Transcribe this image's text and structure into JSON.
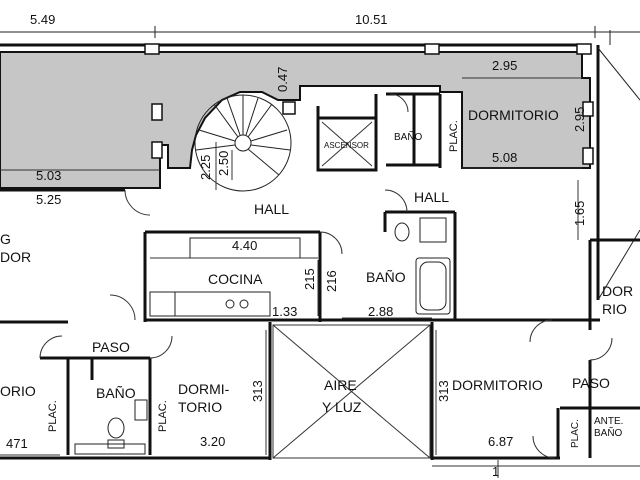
{
  "dimensions": {
    "top_left_width": "5.49",
    "top_center_width": "10.51",
    "upper_left_width": "5.03",
    "lower_left_width": "5.25",
    "bedroom_top_width": "2.95",
    "bedroom_top_height": "2.95",
    "bedroom_bottom_width": "5.08",
    "balcony_small": "0.47",
    "stair_height": "2.25",
    "stair_height_small": "2.50",
    "right_height": "1.65",
    "kitchen_width": "4.40",
    "kitchen_height": "215",
    "kitchen_bottom": "1.33",
    "bath_side": "216",
    "bath_width": "2.88",
    "bedroom_left_height": "313",
    "bedroom_left_width": "3.20",
    "bedroom_right_height": "313",
    "bedroom_right_width": "6.87",
    "left_bottom": "471",
    "axis_marker": "1"
  },
  "rooms": {
    "dormitorio_top": "DORMITORIO",
    "bano_top": "BAÑO",
    "plac_top": "PLAC.",
    "ascensor": "ASCENSOR",
    "hall_center": "HALL",
    "hall_right": "HALL",
    "living_line1": "G",
    "living_line2": "DOR",
    "cocina": "COCINA",
    "bano_center": "BAÑO",
    "paso_left": "PASO",
    "bano_left": "BAÑO",
    "plac_left1": "PLAC.",
    "plac_left2": "PLAC.",
    "dormitorio_left_partial": "ORIO",
    "dormitorio_left_1": "DORMI-",
    "dormitorio_left_2": "TORIO",
    "aire_1": "AIRE",
    "aire_2": "Y LUZ",
    "dormitorio_right": "DORMITORIO",
    "paso_right": "PASO",
    "plac_right": "PLAC.",
    "ante_1": "ANTE.",
    "ante_2": "BAÑO",
    "dorm_edge_1": "DOR",
    "dorm_edge_2": "RIO"
  },
  "colors": {
    "balcony_fill": "#c8c8c8",
    "wall": "#1a1a1a",
    "background": "#ffffff"
  }
}
